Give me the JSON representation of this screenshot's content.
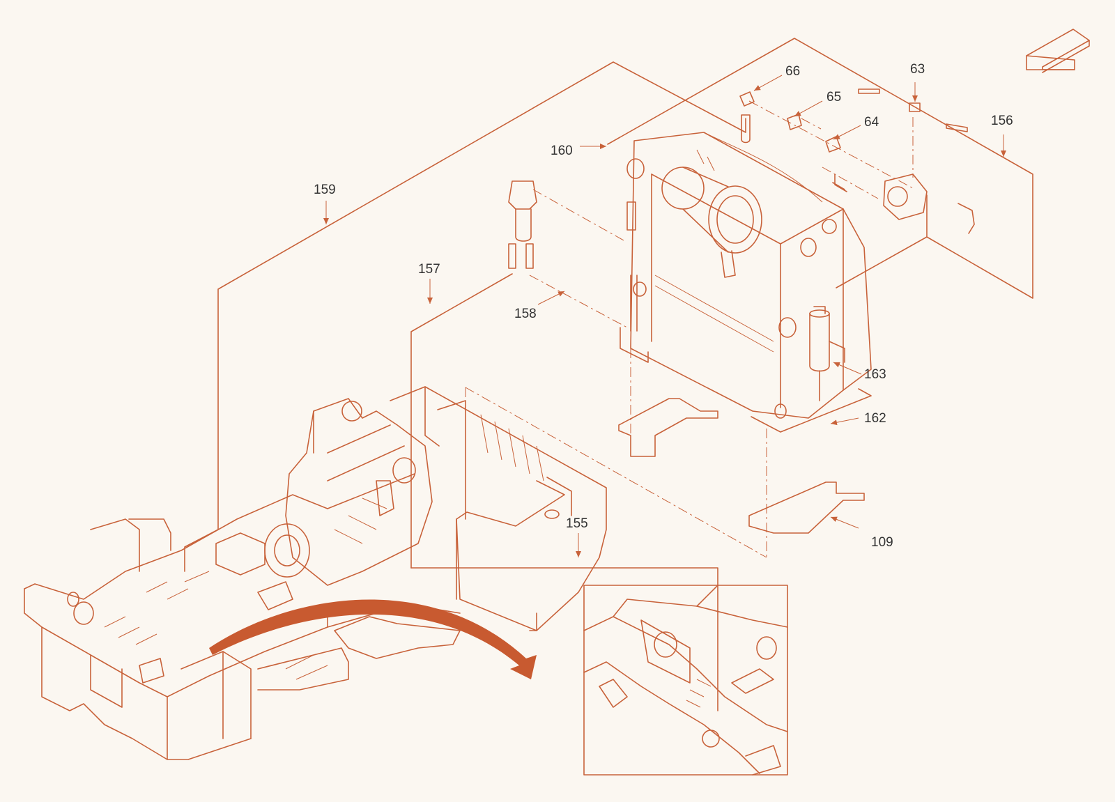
{
  "colors": {
    "line": "#c8623a",
    "label": "#333333",
    "background": "#fbf7f1",
    "arrow_fill": "#c85a30"
  },
  "callouts": [
    {
      "id": "63",
      "text": "63"
    },
    {
      "id": "64",
      "text": "64"
    },
    {
      "id": "65",
      "text": "65"
    },
    {
      "id": "66",
      "text": "66"
    },
    {
      "id": "109",
      "text": "109"
    },
    {
      "id": "155",
      "text": "155"
    },
    {
      "id": "156",
      "text": "156"
    },
    {
      "id": "157",
      "text": "157"
    },
    {
      "id": "158",
      "text": "158"
    },
    {
      "id": "159",
      "text": "159"
    },
    {
      "id": "160",
      "text": "160"
    },
    {
      "id": "162",
      "text": "162"
    },
    {
      "id": "163",
      "text": "163"
    }
  ]
}
